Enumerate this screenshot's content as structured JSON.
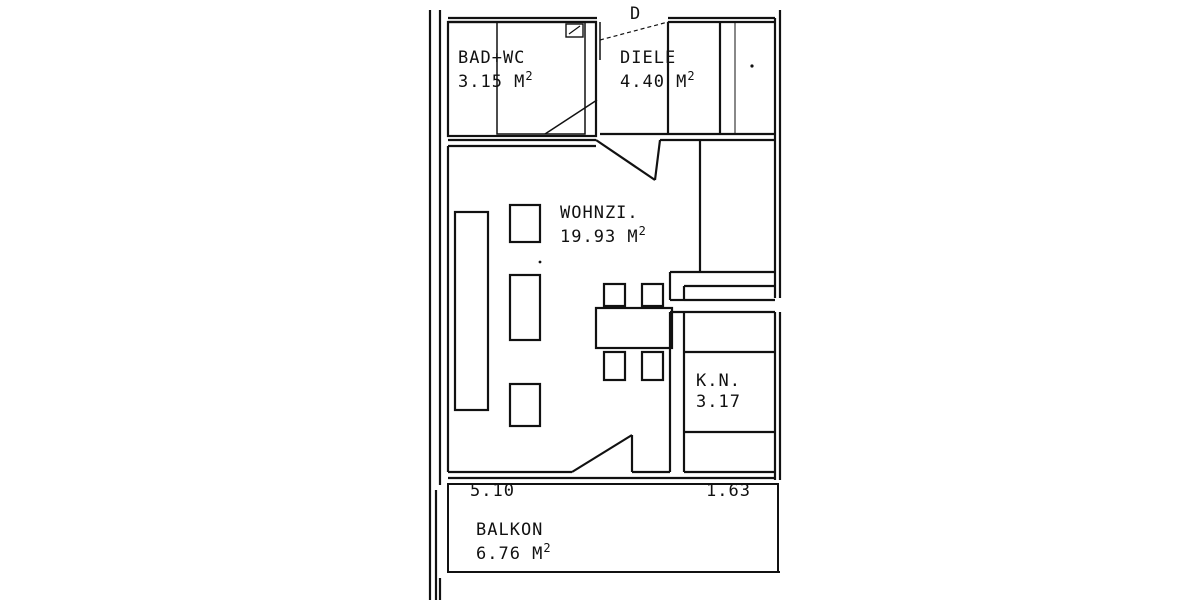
{
  "plan": {
    "door_marker": "D",
    "rooms": {
      "bad_wc": {
        "name": "BAD+WC",
        "area": "3.15 M",
        "unit_exp": "2"
      },
      "diele": {
        "name": "DIELE",
        "area": "4.40 M",
        "unit_exp": "2"
      },
      "wohnzi": {
        "name": "WOHNZI.",
        "area": "19.93 M",
        "unit_exp": "2"
      },
      "kn": {
        "name": "K.N.",
        "area": "3.17"
      },
      "balkon": {
        "name": "BALKON",
        "area": "6.76 M",
        "unit_exp": "2"
      }
    },
    "dimensions": {
      "balkon_width": "5.10",
      "balkon_depth": "1.63"
    },
    "colors": {
      "ink": "#111111",
      "paper": "#ffffff"
    }
  }
}
